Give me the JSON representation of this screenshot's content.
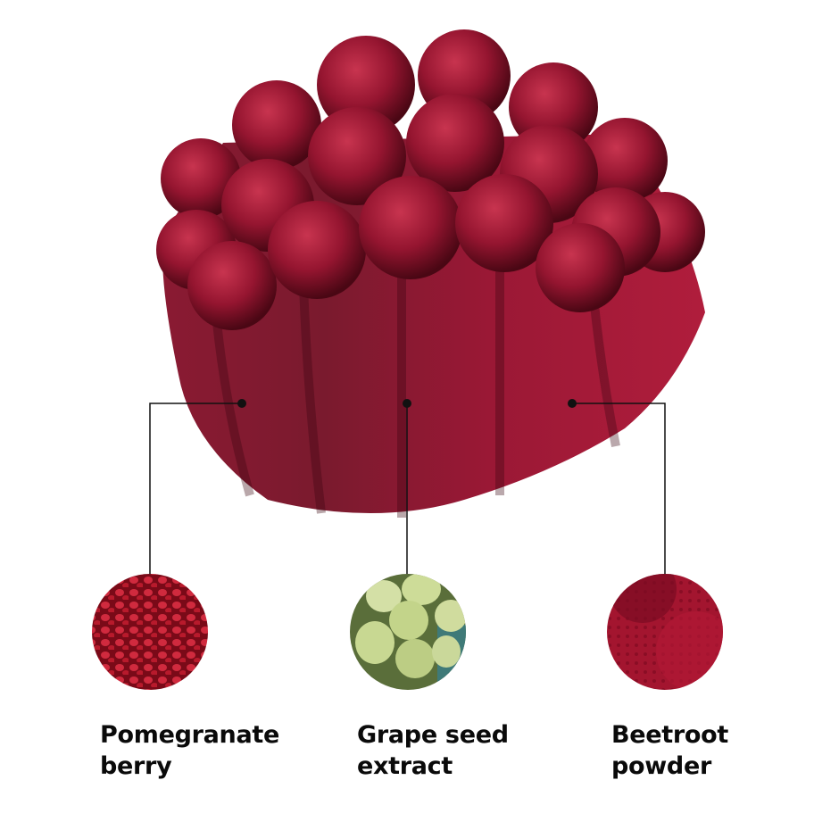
{
  "ingredients": [
    {
      "line1": "Pomegranate",
      "line2": "berry",
      "color": "#b0182c",
      "icon": "pomegranate-seeds-image"
    },
    {
      "line1": "Grape seed",
      "line2": "extract",
      "color": "#c8d89a",
      "icon": "green-grapes-image"
    },
    {
      "line1": "Beetroot",
      "line2": "powder",
      "color": "#9c1230",
      "icon": "beetroot-slices-image"
    }
  ],
  "product": {
    "color": "#8e1530",
    "icon": "gummy-image"
  }
}
